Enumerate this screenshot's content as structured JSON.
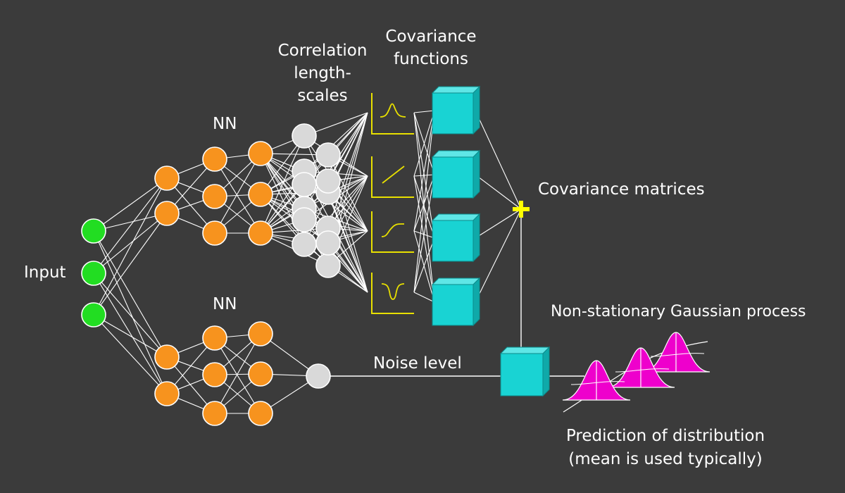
{
  "labels": {
    "input": "Input",
    "nn_top": "NN",
    "nn_bottom": "NN",
    "correlation_line1": "Correlation",
    "correlation_line2": "length-",
    "correlation_line3": "scales",
    "covariance_fn_line1": "Covariance",
    "covariance_fn_line2": "functions",
    "covariance_matrices": "Covariance matrices",
    "noise_level": "Noise level",
    "gp_title": "Non-stationary Gaussian process",
    "prediction_line1": "Prediction of distribution",
    "prediction_line2": "(mean is used typically)"
  },
  "colors": {
    "background": "#3b3b3b",
    "input_node": "#22dd22",
    "hidden_node": "#f7931e",
    "output_node": "#d9d9d9",
    "kernel_plot": "#e8e000",
    "cube": "#19d3d3",
    "sum_symbol": "#ffff00",
    "distribution": "#ee00cc",
    "edge": "#ffffff"
  },
  "icons": {
    "sum": "plus-icon",
    "kernels": [
      "gaussian-kernel-icon",
      "linear-kernel-icon",
      "sigmoid-kernel-icon",
      "inverted-gaussian-kernel-icon"
    ]
  }
}
